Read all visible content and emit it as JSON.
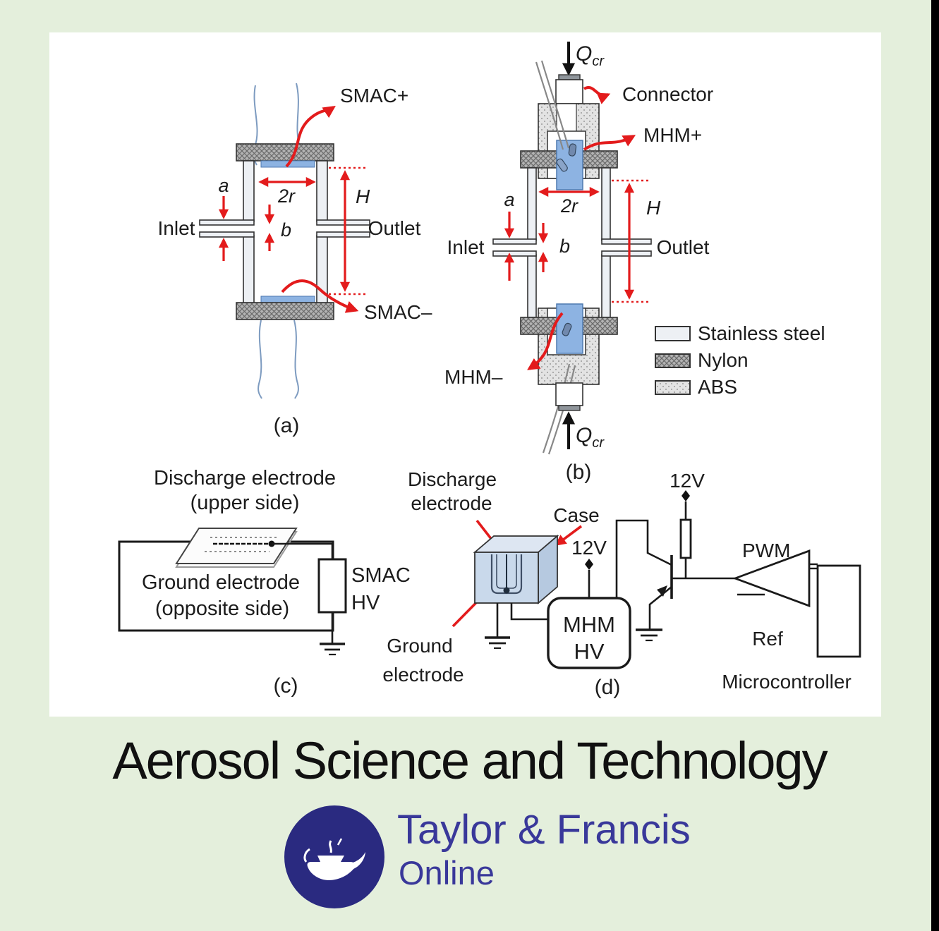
{
  "window": {
    "background_color": "#e4efdc",
    "panel_color": "#ffffff",
    "right_bar_color": "#000000"
  },
  "figure": {
    "panel_a": {
      "caption": "(a)",
      "labels": {
        "smac_plus": "SMAC+",
        "smac_minus": "SMAC–",
        "inlet": "Inlet",
        "outlet": "Outlet",
        "dim_a": "a",
        "dim_b": "b",
        "dim_2r": "2r",
        "dim_h": "H"
      }
    },
    "panel_b": {
      "caption": "(b)",
      "labels": {
        "q_top": "Q",
        "q_top_sub": "cr",
        "q_bottom": "Q",
        "q_bottom_sub": "cr",
        "connector": "Connector",
        "mhm_plus": "MHM+",
        "mhm_minus": "MHM–",
        "inlet": "Inlet",
        "outlet": "Outlet",
        "dim_a": "a",
        "dim_b": "b",
        "dim_2r": "2r",
        "dim_h": "H"
      },
      "legend": {
        "stainless": "Stainless steel",
        "nylon": "Nylon",
        "abs": "ABS"
      }
    },
    "panel_c": {
      "caption": "(c)",
      "labels": {
        "discharge_line1": "Discharge electrode",
        "discharge_line2": "(upper side)",
        "ground_line1": "Ground electrode",
        "ground_line2": "(opposite side)",
        "smac": "SMAC",
        "hv": "HV"
      }
    },
    "panel_d": {
      "caption": "(d)",
      "labels": {
        "discharge_line1": "Discharge",
        "discharge_line2": "electrode",
        "case": "Case",
        "v12_left": "12V",
        "v12_top": "12V",
        "mhm": "MHM",
        "hv": "HV",
        "pwm": "PWM",
        "ref": "Ref",
        "microcontroller": "Microcontroller",
        "ground_line1": "Ground",
        "ground_line2": "electrode"
      }
    },
    "colors": {
      "red": "#e31b1c",
      "blue_fill": "#8db3e2",
      "cube_front": "#c9d9eb",
      "cube_top": "#dde6f2",
      "cube_right": "#b6c9e0"
    }
  },
  "footer": {
    "journal_title": "Aerosol Science and Technology",
    "logo": {
      "brand": "Taylor & Francis",
      "sub": "Online",
      "circle_color": "#2a2a80",
      "text_color": "#39389a"
    }
  }
}
